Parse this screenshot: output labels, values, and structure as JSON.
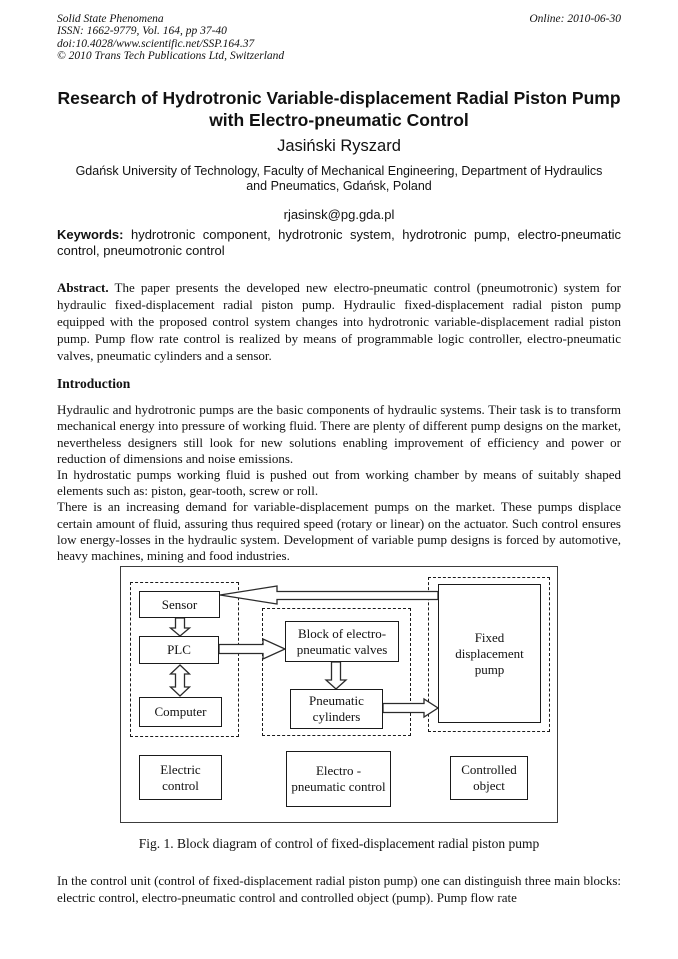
{
  "colors": {
    "text": "#111111",
    "background": "#ffffff"
  },
  "header": {
    "journal": "Solid State Phenomena",
    "issn_line": "ISSN: 1662-9779, Vol. 164, pp 37-40",
    "doi_line": "doi:10.4028/www.scientific.net/SSP.164.37",
    "copyright_line": "© 2010 Trans Tech Publications Ltd, Switzerland",
    "online_date": "Online: 2010-06-30"
  },
  "title_lines": [
    "Research of Hydrotronic Variable-displacement Radial Piston Pump",
    "with Electro-pneumatic Control"
  ],
  "author": "Jasiński Ryszard",
  "affiliation_lines": [
    "Gdańsk University of Technology, Faculty of Mechanical Engineering, Department of Hydraulics",
    "and Pneumatics, Gdańsk, Poland"
  ],
  "email": "rjasinsk@pg.gda.pl",
  "keywords": {
    "label": "Keywords:",
    "text": "hydrotronic component, hydrotronic system, hydrotronic pump, electro-pneumatic control, pneumotronic control"
  },
  "abstract": {
    "label": "Abstract.",
    "text": "The paper presents the developed new electro-pneumatic control (pneumotronic) system for hydraulic fixed-displacement radial piston pump. Hydraulic fixed-displacement radial piston pump equipped with the proposed control system changes into hydrotronic variable-displacement radial piston pump. Pump flow rate control is realized by means of programmable logic controller, electro-pneumatic valves, pneumatic cylinders and a sensor."
  },
  "introduction": {
    "heading": "Introduction",
    "paragraphs": [
      "Hydraulic and hydrotronic pumps are the basic components of hydraulic systems. Their task is to transform mechanical energy into pressure of working fluid. There are plenty of different pump designs on the market, nevertheless designers still look for new solutions enabling improvement of efficiency and power or reduction of dimensions and noise emissions.",
      "In hydrostatic pumps working fluid is pushed out from working chamber by means of suitably shaped elements such as: piston, gear-tooth, screw or roll.",
      "There is an increasing demand for variable-displacement pumps on the market. These pumps displace certain amount of fluid, assuring thus required speed (rotary or linear) on the actuator. Such control ensures low energy-losses in the hydraulic system. Development of variable pump designs is forced by automotive, heavy machines, mining and food industries."
    ]
  },
  "figure": {
    "caption": "Fig. 1. Block diagram of control of fixed-displacement radial piston pump",
    "boxes": {
      "sensor": "Sensor",
      "plc": "PLC",
      "computer": "Computer",
      "valves": "Block of electro-pneumatic valves",
      "cylinders": "Pneumatic cylinders",
      "pump": "Fixed displacement pump",
      "electric": "Electric control",
      "electro_pneumatic": "Electro - pneumatic control",
      "controlled": "Controlled object"
    },
    "arrows": [
      {
        "from": "fixed-displacement-pump",
        "to": "sensor",
        "style": "hollow-arrow"
      },
      {
        "from": "sensor",
        "to": "plc",
        "style": "hollow-arrow"
      },
      {
        "from": "plc",
        "to": "computer",
        "style": "hollow-double-arrow"
      },
      {
        "from": "plc",
        "to": "block-of-electro-pneumatic-valves",
        "style": "hollow-arrow"
      },
      {
        "from": "block-of-electro-pneumatic-valves",
        "to": "pneumatic-cylinders",
        "style": "hollow-arrow"
      },
      {
        "from": "pneumatic-cylinders",
        "to": "fixed-displacement-pump",
        "style": "hollow-arrow"
      }
    ]
  },
  "closing_paragraph": "In the control unit (control of fixed-displacement radial piston pump) one can distinguish three main blocks: electric control, electro-pneumatic control and controlled object (pump). Pump flow rate"
}
